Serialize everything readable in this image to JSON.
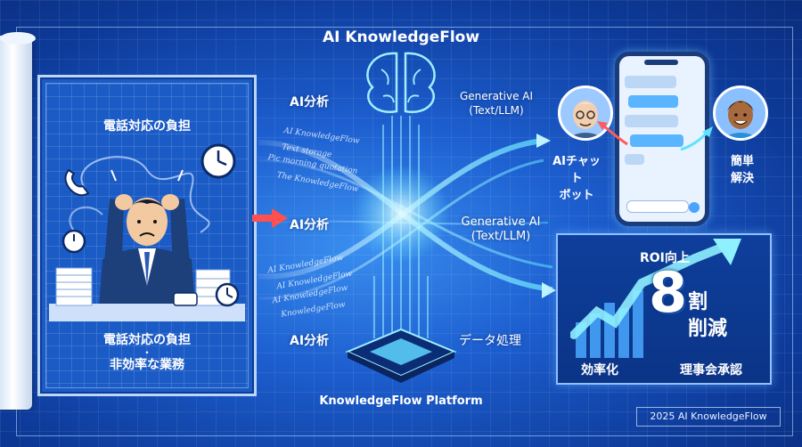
{
  "title": "AI KnowledgeFlow",
  "left_panel": {
    "top_label": "電話対応の負担",
    "bottom_line1": "電話対応の負担",
    "bottom_dot": "・",
    "bottom_line2": "非効率な業務"
  },
  "center": {
    "label_ai_analysis_1": "AI分析",
    "label_ai_analysis_2": "AI分析",
    "label_ai_analysis_3": "AI分析",
    "gen_ai_1_line1": "Generative AI",
    "gen_ai_1_line2": "(Text/LLM)",
    "gen_ai_2_line1": "Generative AI",
    "gen_ai_2_line2": "(Text/LLM)",
    "data_processing": "データ処理",
    "stream_1": "AI KnowledgeFlow",
    "stream_2": "Text storage",
    "stream_3": "Pic morning quotation",
    "stream_4": "The KnowledgeFlow",
    "stream_5": "AI KnowledgeFlow",
    "stream_6": "AI KnowledgeFlow",
    "stream_7": "AI KnowledgeFlow",
    "stream_8": "KnowledgeFlow",
    "platform": "KnowledgeFlow Platform"
  },
  "chatbot": {
    "label_line1": "AIチャット",
    "label_line2": "ボット",
    "resolve_line1": "簡単",
    "resolve_line2": "解決"
  },
  "roi": {
    "title": "ROI向上",
    "big_number": "8",
    "unit_line1": "割",
    "unit_line2": "削減",
    "efficiency": "効率化",
    "approval": "理事会承認"
  },
  "footer": "2025 AI KnowledgeFlow",
  "colors": {
    "background": "#1d5fd0",
    "panel_border": "#bcd6fa",
    "accent_cyan": "#5fe3ff",
    "red_arrow": "#ff4f4f"
  }
}
